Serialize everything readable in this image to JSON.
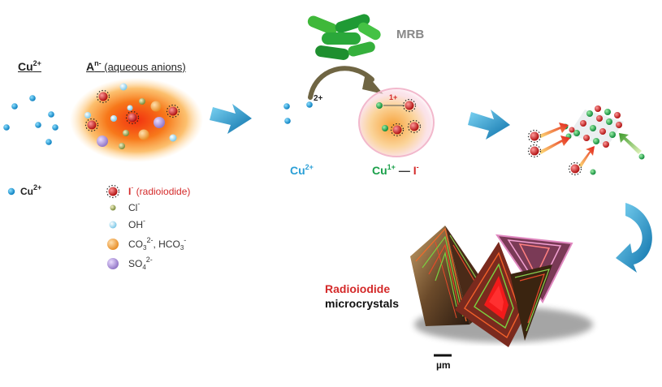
{
  "left_panel": {
    "cu_header": "Cu",
    "cu_header_charge": "2+",
    "anion_header_symbol": "A",
    "anion_header_charge": "n-",
    "anion_header_text": " (aqueous anions)",
    "cu_legend": "Cu",
    "cu_legend_charge": "2+"
  },
  "legend": [
    {
      "symbol": "I",
      "charge": "-",
      "note": " (radioiodide)",
      "color": "#d42a2a"
    },
    {
      "symbol": "Cl",
      "charge": "-",
      "note": "",
      "color": "#333333"
    },
    {
      "symbol": "OH",
      "charge": "-",
      "note": "",
      "color": "#333333"
    },
    {
      "symbol": "CO",
      "sub1": "3",
      "charge": "2-",
      "mid": ", HCO",
      "sub2": "3",
      "charge2": "-",
      "color": "#333333"
    },
    {
      "symbol": "SO",
      "sub1": "4",
      "charge": "2-",
      "color": "#333333"
    }
  ],
  "middle": {
    "mrb_label": "MRB",
    "cu_ion_charge": "2+",
    "cu_label": "Cu",
    "cu_label_charge": "2+",
    "cu1_label": "Cu",
    "cu1_label_charge": "1+",
    "dash": " — ",
    "iodide_label": "I",
    "iodide_charge": "-",
    "bubble_charge": "1+"
  },
  "bottom": {
    "radioiodide_label": "Radioiodide",
    "microcrystals_label": "microcrystals",
    "scale_label": "µm"
  },
  "colors": {
    "copper_ion": "#2a9fd6",
    "iodide_red": "#d42a2a",
    "cu1_green": "#1aa04a",
    "bacteria_green": "#3fb83a",
    "arrow_blue": "#1f8fc8",
    "mrb_gray": "#888888"
  }
}
